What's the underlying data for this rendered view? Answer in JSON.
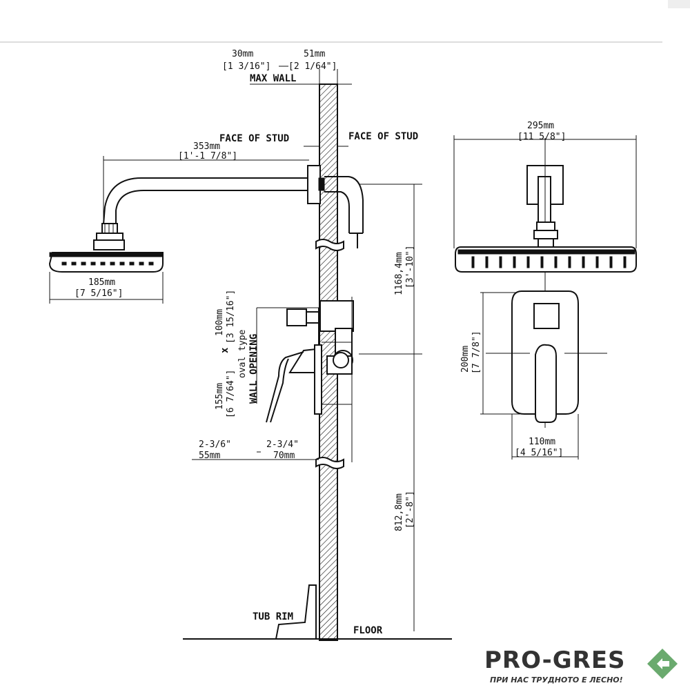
{
  "labels": {
    "top_left_mm": "30mm",
    "top_left_in": "[1 3/16\"]",
    "top_right_mm": "51mm",
    "top_right_in": "[2 1/64\"]",
    "max_wall": "MAX WALL",
    "face_of_stud_left": "FACE OF STUD",
    "face_of_stud_right": "FACE OF STUD",
    "arm_mm": "353mm",
    "arm_in": "[1'-1 7/8\"]",
    "head_mm": "185mm",
    "head_in": "[7 5/16\"]",
    "height_upper_mm": "1168,4mm",
    "height_upper_in": "[3'-10\"]",
    "height_lower_mm": "812,8mm",
    "height_lower_in": "[2'-8\"]",
    "opening_w_mm": "100mm",
    "opening_w_in": "[3 15/16\"]",
    "opening_h_mm": "155mm",
    "opening_h_in": "[6 7/64\"]",
    "opening_x": "x",
    "oval_type": "oval type",
    "wall_opening": "WALL OPENING",
    "depth_left_in": "2-3/6\"",
    "depth_right_in": "2-3/4\"",
    "depth_left_mm": "55mm",
    "depth_right_mm": "70mm",
    "tub_rim": "TUB RIM",
    "floor": "FLOOR",
    "front_head_mm": "295mm",
    "front_head_in": "[11 5/8\"]",
    "plate_h_mm": "200mm",
    "plate_h_in": "[7 7/8\"]",
    "plate_w_mm": "110mm",
    "plate_w_in": "[4 5/16\"]"
  },
  "brand": {
    "name": "PRO-GRES",
    "tagline": "ПРИ НАС ТРУДНОТО Е ЛЕСНО!",
    "accent": "#4a9a4f"
  }
}
